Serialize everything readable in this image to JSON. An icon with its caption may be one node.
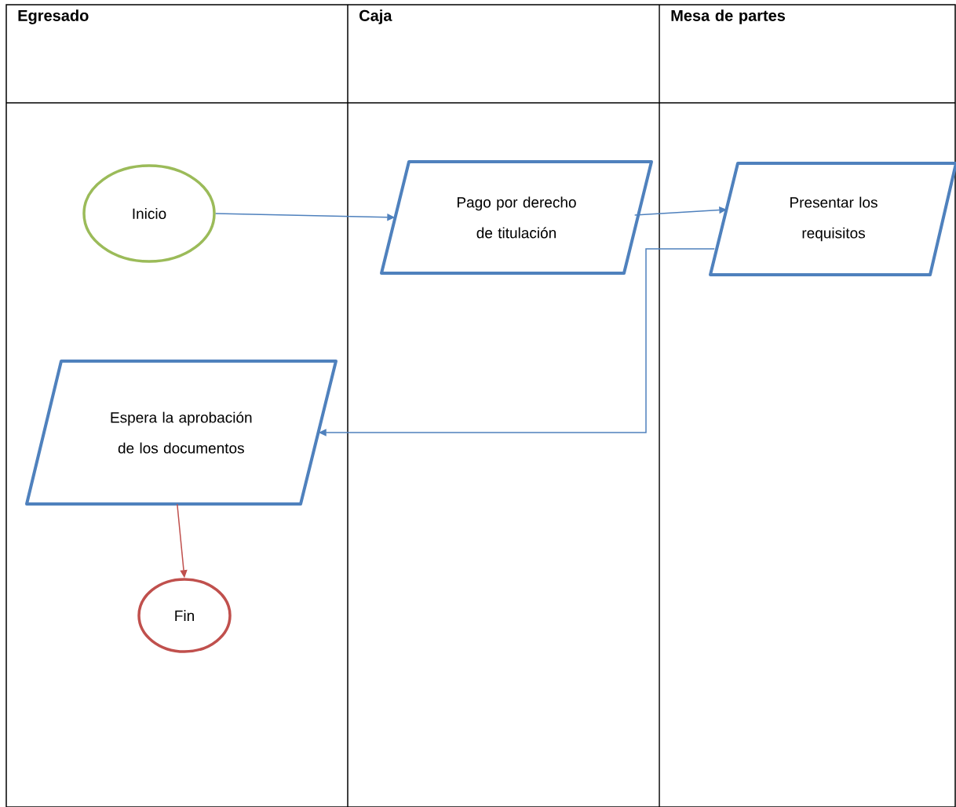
{
  "diagram": {
    "nodes": [
      {
        "text": [
          "Inicio"
        ]
      },
      {
        "text": [
          "Pago por derecho de titulación"
        ]
      },
      {
        "text": [
          "Presentar los requisitos"
        ]
      },
      {
        "text": [
          "Espera la aprobación de los documentos"
        ]
      },
      {
        "text": [
          "Fin"
        ]
      }
    ],
    "edges": [
      {
        "from": 0,
        "to": 1,
        "arrow": "to"
      },
      {
        "from": 1,
        "to": 2,
        "arrow": "to"
      },
      {
        "from": 2,
        "to": 3,
        "arrow": "to"
      },
      {
        "from": 3,
        "to": 4,
        "arrow": "to",
        "color": "#c0504d"
      }
    ],
    "labels": [
      "Egresado",
      "Caja",
      "Mesa de partes"
    ]
  }
}
